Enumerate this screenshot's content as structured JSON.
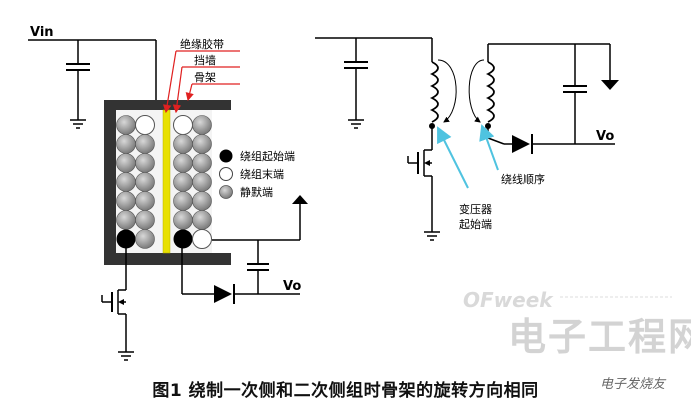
{
  "left_circuit": {
    "vin_label": "Vin",
    "vo_label": "Vo",
    "callouts": {
      "insulation_tape": "绝缘胶带",
      "retaining_wall": "挡墙",
      "bobbin": "骨架"
    },
    "legend": [
      {
        "label": "绕组起始端",
        "marker": "filled-black"
      },
      {
        "label": "绕组末端",
        "marker": "hollow-white"
      },
      {
        "label": "静默端",
        "marker": "filled-gray"
      }
    ]
  },
  "right_circuit": {
    "vo_label": "Vo",
    "winding_order_label": "绕线顺序",
    "transformer_start_label_line1": "变压器",
    "transformer_start_label_line2": "起始端"
  },
  "watermark": {
    "brand": "OFweek",
    "site": "电子工程网",
    "small": "电子发烧友"
  },
  "caption": "图1  绕制一次侧和二次侧组时骨架的旋转方向相同",
  "colors": {
    "line": "#000000",
    "callout_red": "#e02020",
    "insulation_yellow": "#e8e000",
    "cyan_arrow": "#4fc3e0",
    "silent_gray": "#9a9a9a"
  }
}
